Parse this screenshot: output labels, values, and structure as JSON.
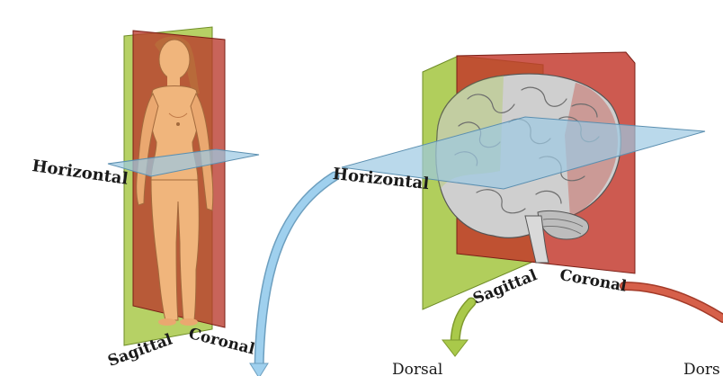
{
  "body_diagram": {
    "labels": {
      "horizontal": "Horizontal",
      "sagittal": "Sagittal",
      "coronal": "Coronal"
    }
  },
  "brain_diagram": {
    "labels": {
      "horizontal": "Horizontal",
      "sagittal": "Sagittal",
      "coronal": "Coronal"
    }
  },
  "bottom_labels": {
    "dorsal_1": "Dorsal",
    "dorsal_2": "Dors"
  },
  "colors": {
    "horizontal_plane": "#9cc9e3",
    "sagittal_plane": "#a9c94a",
    "coronal_plane": "#c2362a",
    "skin": "#f0b57c",
    "hair": "#b86a3a",
    "brain": "#c9c9c9",
    "blue_arrow": "#8ec4e6",
    "green_arrow": "#a6c84e",
    "red_arrow": "#d6604a"
  }
}
